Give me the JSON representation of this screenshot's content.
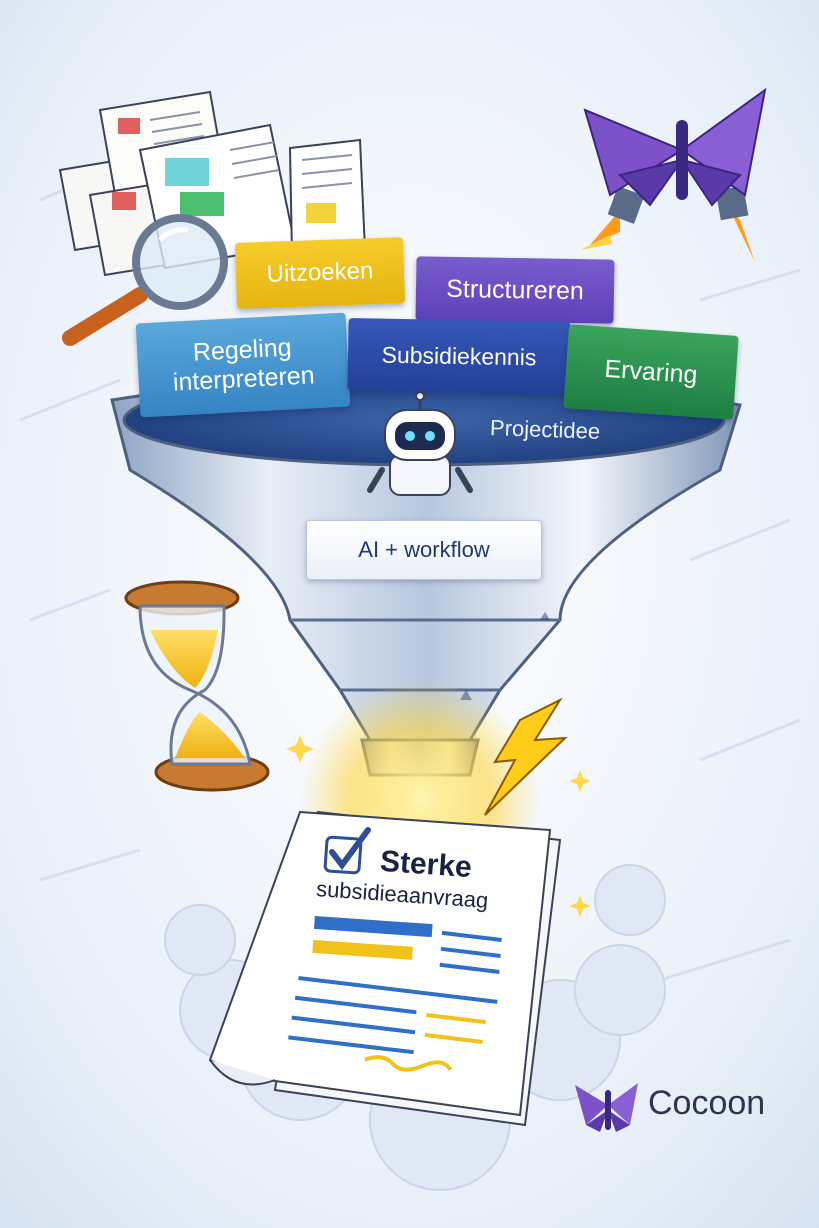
{
  "tags": {
    "uitzoeken": "Uitzoeken",
    "structureren": "Structureren",
    "regeling": "Regeling interpreteren",
    "subsidiekennis": "Subsidiekennis",
    "ervaring": "Ervaring"
  },
  "funnel": {
    "projectidee": "Projectidee",
    "ai_workflow": "AI + workflow"
  },
  "result_document": {
    "title": "Sterke",
    "subtitle": "subsidieaanvraag"
  },
  "brand": {
    "name": "Cocoon"
  },
  "icons": [
    "document-stack-icon",
    "magnifier-icon",
    "butterfly-rocket-icon",
    "robot-icon",
    "hourglass-icon",
    "lightning-icon",
    "checkbox-icon",
    "butterfly-logo-icon"
  ],
  "colors": {
    "yellow": "#f2c21c",
    "purple": "#6a4ec4",
    "light_blue": "#4a97d2",
    "dark_blue": "#2d4ba8",
    "green": "#2b9150",
    "brand_purple": "#6b3fc0"
  }
}
